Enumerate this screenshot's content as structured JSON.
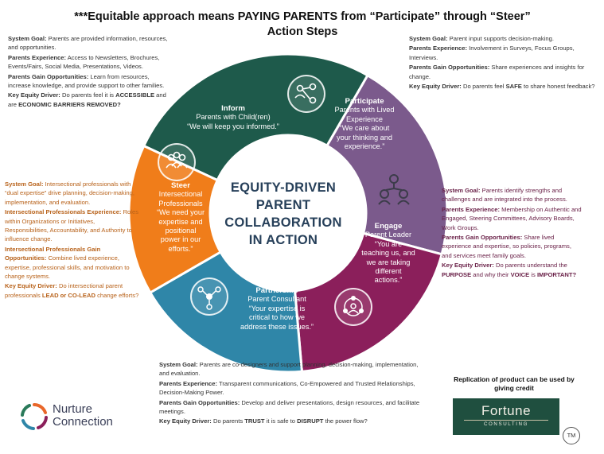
{
  "title": {
    "line1": "***Equitable approach means PAYING PARENTS from “Participate” through “Steer”",
    "line2": "Action Steps"
  },
  "center": {
    "line1": "EQUITY-DRIVEN",
    "line2": "PARENT",
    "line3": "COLLABORATION",
    "line4": "IN ACTION"
  },
  "segments": {
    "inform": {
      "name": "Inform",
      "line1": "Parents with Child(ren)",
      "line2": "“We will keep you informed.”",
      "color": "#1e5a4b"
    },
    "participate": {
      "name": "Participate",
      "line1": "Parents with Lived",
      "line2": "Experience",
      "line3": "“We care about",
      "line4": "your thinking and",
      "line5": "experience.”",
      "color": "#7b5a8c"
    },
    "engage": {
      "name": "Engage",
      "line1": "Parent Leader",
      "line2": "“You are",
      "line3": "teaching us, and",
      "line4": "we are taking",
      "line5": "different",
      "line6": "actions.”",
      "color": "#8b1f5b"
    },
    "partnership": {
      "name": "Partnership",
      "line1": "Parent Consultant",
      "line2": "“Your expertise is",
      "line3": "critical to how we",
      "line4": "address these issues.”",
      "color": "#2f86a8"
    },
    "steer": {
      "name": "Steer",
      "line1": "Intersectional",
      "line2": "Professionals",
      "line3": "“We need your",
      "line4": "expertise and",
      "line5": "positional",
      "line6": "power in our",
      "line7": "efforts.”",
      "color": "#f07d1a"
    }
  },
  "panels": {
    "inform": {
      "goal_label": "System Goal:",
      "goal": "Parents are provided information, resources, and opportunities.",
      "exp_label": "Parents Experience:",
      "exp": "Access to Newsletters, Brochures, Events/Fairs, Social Media, Presentations, Videos.",
      "gain_label": "Parents Gain Opportunities:",
      "gain": "Learn from resources, increase knowledge, and provide support to other families.",
      "driver_label": "Key Equity Driver:",
      "driver_a": "Do parents feel it is",
      "driver_b": "ACCESSIBLE",
      "driver_c": "and are",
      "driver_d": "ECONOMIC BARRIERS REMOVED?"
    },
    "participate": {
      "goal_label": "System Goal:",
      "goal": "Parent input supports decision-making.",
      "exp_label": "Parents Experience:",
      "exp": "Involvement in Surveys, Focus Groups, Interviews.",
      "gain_label": "Parents Gain Opportunities:",
      "gain": "Share experiences and insights for change.",
      "driver_label": "Key Equity Driver:",
      "driver_a": "Do parents feel",
      "driver_b": "SAFE",
      "driver_c": "to share honest feedback?"
    },
    "steer": {
      "goal_label": "System Goal:",
      "goal": "Intersectional professionals with “dual expertise” drive planning, decision-making, implementation, and evaluation.",
      "exp_label": "Intersectional Professionals Experience:",
      "exp": "Roles within Organizations or Initiatives, Responsibilities, Accountability, and Authority to influence change.",
      "gain_label": "Intersectional Professionals Gain Opportunities:",
      "gain": "Combine lived experience, expertise, professional skills, and motivation to change systems.",
      "driver_label": "Key Equity Driver:",
      "driver_a": "Do intersectional parent professionals",
      "driver_b": "LEAD or CO-LEAD",
      "driver_c": "change efforts?"
    },
    "engage": {
      "goal_label": "System Goal:",
      "goal": "Parents identify strengths and challenges and are integrated into the process.",
      "exp_label": "Parents Experience:",
      "exp": "Membership on Authentic and Engaged, Steering Committees, Advisory Boards, Work Groups.",
      "gain_label": "Parents Gain Opportunities:",
      "gain": "Share lived experience and expertise, so policies, programs, and services meet family goals.",
      "driver_label": "Key Equity Driver:",
      "driver_a": "Do parents understand the",
      "driver_b": "PURPOSE",
      "driver_c": "and why their",
      "driver_d": "VOICE",
      "driver_e": "is",
      "driver_f": "IMPORTANT?"
    },
    "partnership": {
      "goal_label": "System Goal:",
      "goal": "Parents are co-designers and support planning, decision-making, implementation, and evaluation.",
      "exp_label": "Parents Experience:",
      "exp": "Transparent communications, Co-Empowered and Trusted Relationships, Decision-Making Power.",
      "gain_label": "Parents Gain Opportunities:",
      "gain": "Develop and deliver presentations, design resources, and facilitate meetings.",
      "driver_label": "Key Equity Driver:",
      "driver_a": "Do parents",
      "driver_b": "TRUST",
      "driver_c": "it is safe to",
      "driver_d": "DISRUPT",
      "driver_e": "the power flow?"
    }
  },
  "logos": {
    "nurture_line1": "Nurture",
    "nurture_line2": "Connection",
    "replication_line1": "Replication of product can be used by",
    "replication_line2": "giving credit",
    "fortune_name": "Fortune",
    "fortune_sub": "CONSULTING",
    "tm": "TM"
  },
  "icons": {
    "inform": "network-people-icon",
    "participate": "connected-people-icon",
    "engage": "group-circle-icon",
    "partnership": "hub-network-icon",
    "steer": "team-group-icon",
    "nurture": "nurture-connection-logo-icon"
  }
}
